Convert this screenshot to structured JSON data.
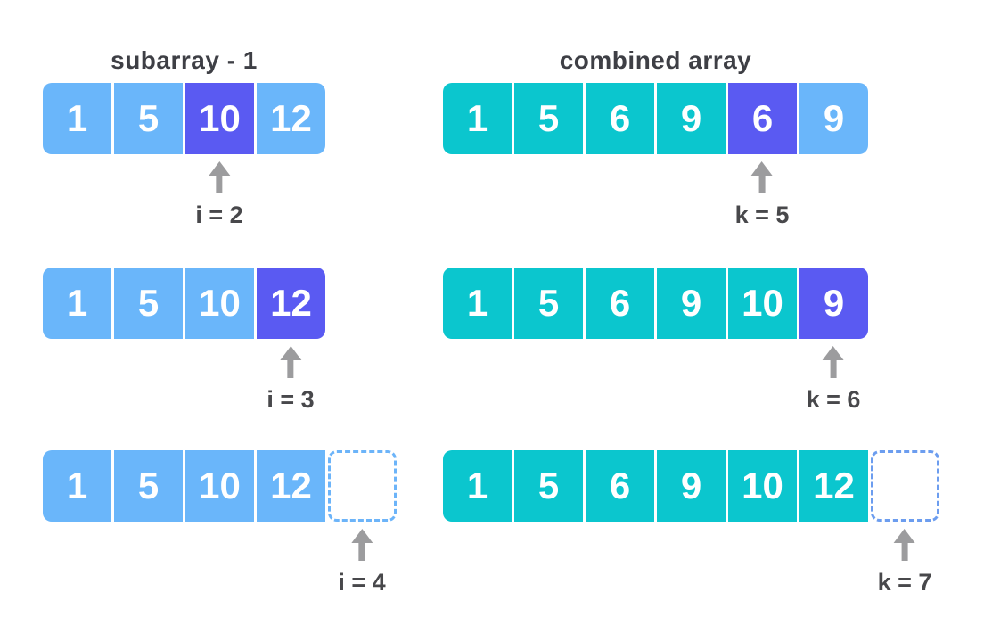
{
  "background": "#ffffff",
  "palette": {
    "light_blue": "#6ab6fa",
    "teal": "#0bc6ce",
    "purple": "#5a5af2",
    "ghost_border_left": "#6cb4f9",
    "ghost_border_right": "#6c9def",
    "arrow": "#9c9c9e",
    "label_text": "#48484b",
    "title_text": "#3e3f45"
  },
  "diagrams": [
    {
      "title": "subarray - 1",
      "cells": [
        {
          "value": "1",
          "bg": "#6ab6fa"
        },
        {
          "value": "5",
          "bg": "#6ab6fa"
        },
        {
          "value": "10",
          "bg": "#5a5af2"
        },
        {
          "value": "12",
          "bg": "#6ab6fa"
        }
      ],
      "pointer": {
        "label": "i = 2",
        "points_to": "cell-index-2"
      }
    },
    {
      "title": "combined array",
      "cells": [
        {
          "value": "1",
          "bg": "#0bc6ce"
        },
        {
          "value": "5",
          "bg": "#0bc6ce"
        },
        {
          "value": "6",
          "bg": "#0bc6ce"
        },
        {
          "value": "9",
          "bg": "#0bc6ce"
        },
        {
          "value": "6",
          "bg": "#5a5af2"
        },
        {
          "value": "9",
          "bg": "#6ab6fa"
        }
      ],
      "pointer": {
        "label": "k = 5",
        "points_to": "cell-index-4"
      }
    },
    {
      "cells": [
        {
          "value": "1",
          "bg": "#6ab6fa"
        },
        {
          "value": "5",
          "bg": "#6ab6fa"
        },
        {
          "value": "10",
          "bg": "#6ab6fa"
        },
        {
          "value": "12",
          "bg": "#5a5af2"
        }
      ],
      "pointer": {
        "label": "i = 3",
        "points_to": "cell-index-3"
      }
    },
    {
      "cells": [
        {
          "value": "1",
          "bg": "#0bc6ce"
        },
        {
          "value": "5",
          "bg": "#0bc6ce"
        },
        {
          "value": "6",
          "bg": "#0bc6ce"
        },
        {
          "value": "9",
          "bg": "#0bc6ce"
        },
        {
          "value": "10",
          "bg": "#0bc6ce"
        },
        {
          "value": "9",
          "bg": "#5a5af2"
        }
      ],
      "pointer": {
        "label": "k = 6",
        "points_to": "cell-index-5"
      }
    },
    {
      "cells": [
        {
          "value": "1",
          "bg": "#6ab6fa"
        },
        {
          "value": "5",
          "bg": "#6ab6fa"
        },
        {
          "value": "10",
          "bg": "#6ab6fa"
        },
        {
          "value": "12",
          "bg": "#6ab6fa"
        }
      ],
      "ghost": {
        "border": "#6cb4f9"
      },
      "pointer": {
        "label": "i = 4",
        "points_to": "empty-cell"
      }
    },
    {
      "cells": [
        {
          "value": "1",
          "bg": "#0bc6ce"
        },
        {
          "value": "5",
          "bg": "#0bc6ce"
        },
        {
          "value": "6",
          "bg": "#0bc6ce"
        },
        {
          "value": "9",
          "bg": "#0bc6ce"
        },
        {
          "value": "10",
          "bg": "#0bc6ce"
        },
        {
          "value": "12",
          "bg": "#0bc6ce"
        }
      ],
      "ghost": {
        "border": "#6c9def"
      },
      "pointer": {
        "label": "k = 7",
        "points_to": "empty-cell"
      }
    }
  ]
}
